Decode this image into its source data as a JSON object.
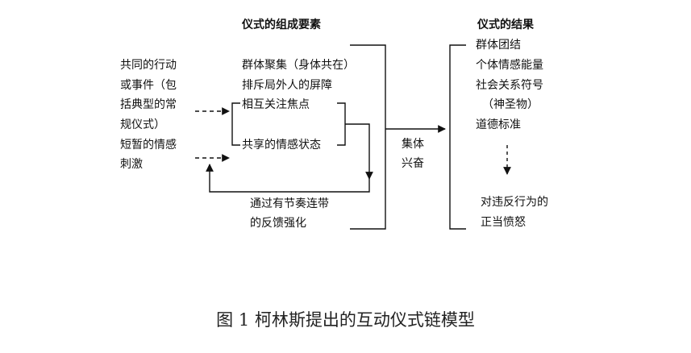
{
  "headers": {
    "components": "仪式的组成要素",
    "outcomes": "仪式的结果"
  },
  "inputs": [
    "共同的行动",
    "或事件（包",
    "括典型的常",
    "规仪式）",
    "短暂的情感",
    "刺激"
  ],
  "components": {
    "assembly": "群体聚集（身体共在）",
    "barrier": "排斥局外人的屏障",
    "mutual_focus": "相互关注焦点",
    "shared_mood": "共享的情感状态"
  },
  "feedback": [
    "通过有节奏连带",
    "的反馈强化"
  ],
  "effervescence": [
    "集体",
    "兴奋"
  ],
  "outcomes": [
    "群体团结",
    "个体情感能量",
    "社会关系符号",
    "（神圣物）",
    "道德标准"
  ],
  "anger": [
    "对违反行为的",
    "正当愤怒"
  ],
  "caption": "图 1  柯林斯提出的互动仪式链模型",
  "colors": {
    "line": "#111111",
    "text": "#111111"
  }
}
